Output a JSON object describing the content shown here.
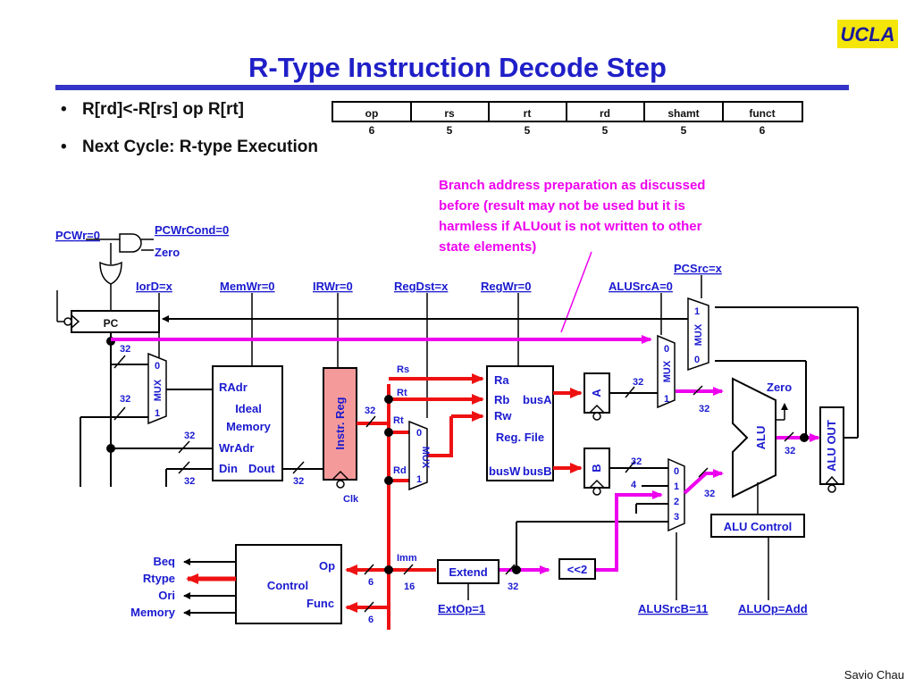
{
  "logo": "UCLA",
  "title": "R-Type Instruction Decode Step",
  "bullets": [
    "R[rd]<-R[rs] op R[rt]",
    "Next Cycle: R-type Execution"
  ],
  "format": {
    "fields": [
      "op",
      "rs",
      "rt",
      "rd",
      "shamt",
      "funct"
    ],
    "widths": [
      "6",
      "5",
      "5",
      "5",
      "5",
      "6"
    ]
  },
  "note": [
    "Branch address preparation as discussed",
    "before (result may not be used but it is",
    "harmless if ALUout is not written to other",
    "state elements)"
  ],
  "signals": {
    "pcwr": "PCWr=0",
    "pcwrcond": "PCWrCond=0",
    "zero_in": "Zero",
    "iord": "IorD=x",
    "memwr": "MemWr=0",
    "irwr": "IRWr=0",
    "regdst": "RegDst=x",
    "regwr": "RegWr=0",
    "alusrca": "ALUSrcA=0",
    "pcsrc": "PCSrc=x",
    "extop": "ExtOp=1",
    "alusrcb": "ALUSrcB=11",
    "aluop": "ALUOp=Add"
  },
  "blocks": {
    "pc": "PC",
    "mem_radr": "RAdr",
    "mem_title1": "Ideal",
    "mem_title2": "Memory",
    "mem_wradr": "WrAdr",
    "mem_din": "Din",
    "mem_dout": "Dout",
    "ir": "Instr. Reg",
    "clk": "Clk",
    "rf_ra": "Ra",
    "rf_rb": "Rb",
    "rf_rw": "Rw",
    "rf_title": "Reg. File",
    "rf_busa": "busA",
    "rf_busw": "busW",
    "rf_busb": "busB",
    "reg_a": "A",
    "reg_b": "B",
    "alu": "ALU",
    "alu_zero": "Zero",
    "aluout": "ALU OUT",
    "alu_control": "ALU Control",
    "extend": "Extend",
    "shift": "<<2",
    "control": "Control",
    "ctrl_op": "Op",
    "ctrl_func": "Func",
    "mux": "MUX"
  },
  "fields_in": {
    "rs": "Rs",
    "rt": "Rt",
    "rt2": "Rt",
    "rd": "Rd",
    "imm": "Imm"
  },
  "control_outputs": [
    "Beq",
    "Rtype",
    "Ori",
    "Memory"
  ],
  "mux_inputs": {
    "zero": "0",
    "one": "1",
    "two": "2",
    "three": "3",
    "four": "4"
  },
  "bus_widths": {
    "w32": "32",
    "w16": "16",
    "w6": "6"
  },
  "footer": "Savio Chau",
  "colors": {
    "title": "#1f1fc8",
    "signal": "#1a1ad0",
    "active_path": "#ee1111",
    "branch_path": "#ee00ee",
    "ir_fill": "#f59a9a",
    "logo_bg": "#f5e60a"
  }
}
